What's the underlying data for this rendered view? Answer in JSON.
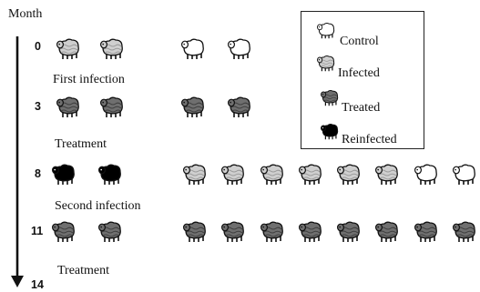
{
  "axis": {
    "title": "Month",
    "months": [
      "0",
      "3",
      "8",
      "11",
      "14"
    ]
  },
  "events": [
    "First infection",
    "Treatment",
    "Second infection",
    "Treatment"
  ],
  "legend": {
    "items": [
      {
        "key": "control",
        "label": "Control"
      },
      {
        "key": "infected",
        "label": "Infected"
      },
      {
        "key": "treated",
        "label": "Treated"
      },
      {
        "key": "reinfected",
        "label": "Reinfected"
      }
    ]
  },
  "groups": [
    {
      "month": "0",
      "states": [
        "infected",
        "infected",
        "control",
        "control"
      ]
    },
    {
      "month": "3",
      "states": [
        "treated",
        "treated",
        "treated",
        "treated"
      ]
    },
    {
      "month": "8",
      "states": [
        "reinfected",
        "reinfected",
        "infected",
        "infected",
        "infected",
        "infected",
        "infected",
        "infected",
        "control",
        "control"
      ]
    },
    {
      "month": "11",
      "states": [
        "treated",
        "treated",
        "treated",
        "treated",
        "treated",
        "treated",
        "treated",
        "treated",
        "treated",
        "treated"
      ]
    }
  ],
  "colors": {
    "control": "#ffffff",
    "infected": "#cfcfcf",
    "treated": "#6f6f6f",
    "reinfected": "#000000",
    "ink": "#111111"
  }
}
